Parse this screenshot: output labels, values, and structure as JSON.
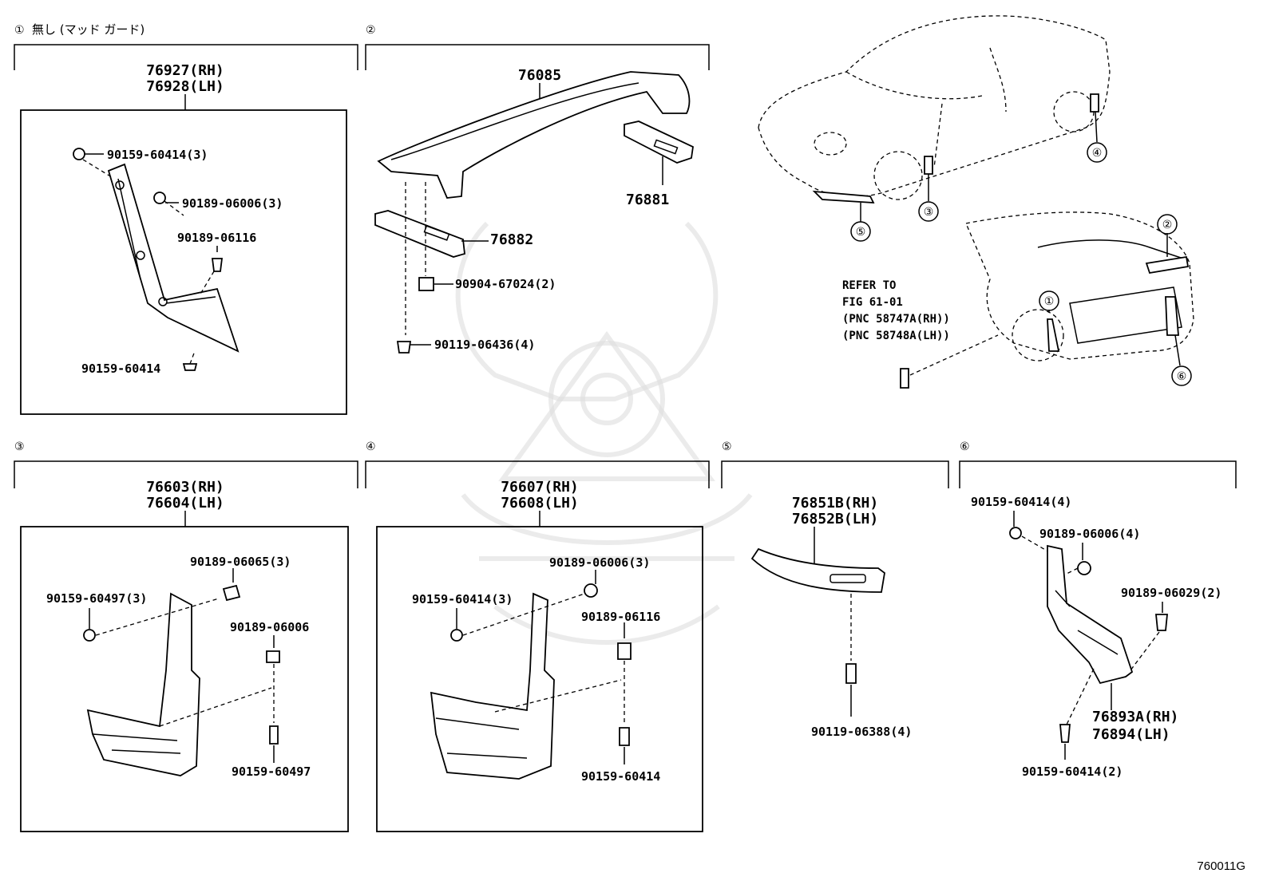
{
  "watermark": "samurai-helmet-logo",
  "footer_code": "760011G",
  "groups": [
    {
      "id": "1",
      "marker": "①",
      "note": "無し (マッド ガード)"
    },
    {
      "id": "2",
      "marker": "②"
    },
    {
      "id": "3",
      "marker": "③"
    },
    {
      "id": "4",
      "marker": "④"
    },
    {
      "id": "5",
      "marker": "⑤"
    },
    {
      "id": "6",
      "marker": "⑥"
    }
  ],
  "callouts": {
    "c1": "①",
    "c2": "②",
    "c3": "③",
    "c4": "④",
    "c5": "⑤",
    "c6": "⑥"
  },
  "refer": {
    "line1": "REFER TO",
    "line2": "FIG 61-01",
    "line3": "(PNC 58747A(RH))",
    "line4": "(PNC 58748A(LH))"
  },
  "parts": {
    "g1_main_rh": "76927(RH)",
    "g1_main_lh": "76928(LH)",
    "g1_a": "90159-60414(3)",
    "g1_b": "90189-06006(3)",
    "g1_c": "90189-06116",
    "g1_d": "90159-60414",
    "g2_spoiler": "76085",
    "g2_bracket_r": "76881",
    "g2_bracket_l": "76882",
    "g2_a": "90904-67024(2)",
    "g2_b": "90119-06436(4)",
    "g3_main_rh": "76603(RH)",
    "g3_main_lh": "76604(LH)",
    "g3_a": "90189-06065(3)",
    "g3_b": "90159-60497(3)",
    "g3_c": "90189-06006",
    "g3_d": "90159-60497",
    "g4_main_rh": "76607(RH)",
    "g4_main_lh": "76608(LH)",
    "g4_a": "90189-06006(3)",
    "g4_b": "90159-60414(3)",
    "g4_c": "90189-06116",
    "g4_d": "90159-60414",
    "g5_main_rh": "76851B(RH)",
    "g5_main_lh": "76852B(LH)",
    "g5_a": "90119-06388(4)",
    "g6_a": "90159-60414(4)",
    "g6_b": "90189-06006(4)",
    "g6_c": "90189-06029(2)",
    "g6_main_rh": "76893A(RH)",
    "g6_main_lh": "76894(LH)",
    "g6_d": "90159-60414(2)"
  }
}
